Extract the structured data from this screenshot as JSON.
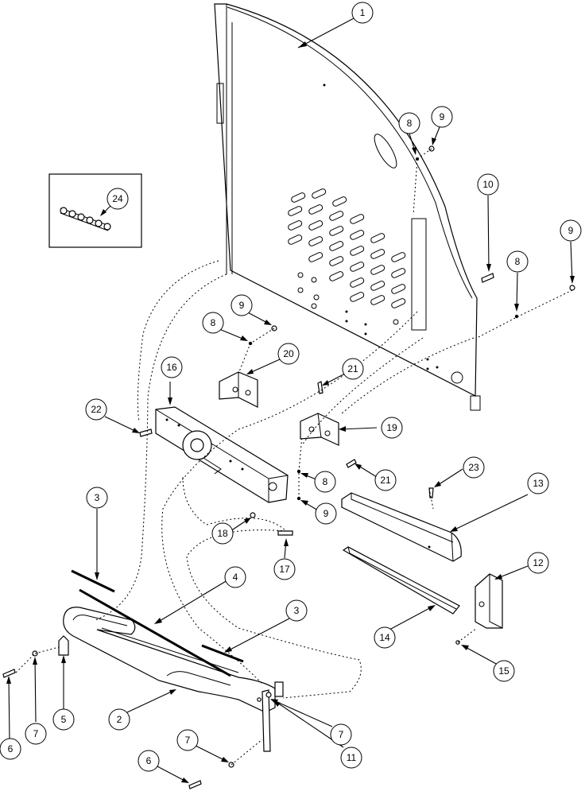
{
  "callouts": [
    {
      "id": "c1",
      "label": "1"
    },
    {
      "id": "c8a",
      "label": "8"
    },
    {
      "id": "c9a",
      "label": "9"
    },
    {
      "id": "c10",
      "label": "10"
    },
    {
      "id": "c9b",
      "label": "9"
    },
    {
      "id": "c8b",
      "label": "8"
    },
    {
      "id": "c24",
      "label": "24"
    },
    {
      "id": "c9c",
      "label": "9"
    },
    {
      "id": "c8c",
      "label": "8"
    },
    {
      "id": "c20",
      "label": "20"
    },
    {
      "id": "c16",
      "label": "16"
    },
    {
      "id": "c21a",
      "label": "21"
    },
    {
      "id": "c22",
      "label": "22"
    },
    {
      "id": "c19",
      "label": "19"
    },
    {
      "id": "c8d",
      "label": "8"
    },
    {
      "id": "c21b",
      "label": "21"
    },
    {
      "id": "c23",
      "label": "23"
    },
    {
      "id": "c13",
      "label": "13"
    },
    {
      "id": "c9d",
      "label": "9"
    },
    {
      "id": "c18",
      "label": "18"
    },
    {
      "id": "c3a",
      "label": "3"
    },
    {
      "id": "c17",
      "label": "17"
    },
    {
      "id": "c4",
      "label": "4"
    },
    {
      "id": "c12",
      "label": "12"
    },
    {
      "id": "c3b",
      "label": "3"
    },
    {
      "id": "c14",
      "label": "14"
    },
    {
      "id": "c15",
      "label": "15"
    },
    {
      "id": "c7a",
      "label": "7"
    },
    {
      "id": "c5",
      "label": "5"
    },
    {
      "id": "c6a",
      "label": "6"
    },
    {
      "id": "c2",
      "label": "2"
    },
    {
      "id": "c7b",
      "label": "7"
    },
    {
      "id": "c11",
      "label": "11"
    },
    {
      "id": "c7c",
      "label": "7"
    },
    {
      "id": "c6b",
      "label": "6"
    }
  ]
}
